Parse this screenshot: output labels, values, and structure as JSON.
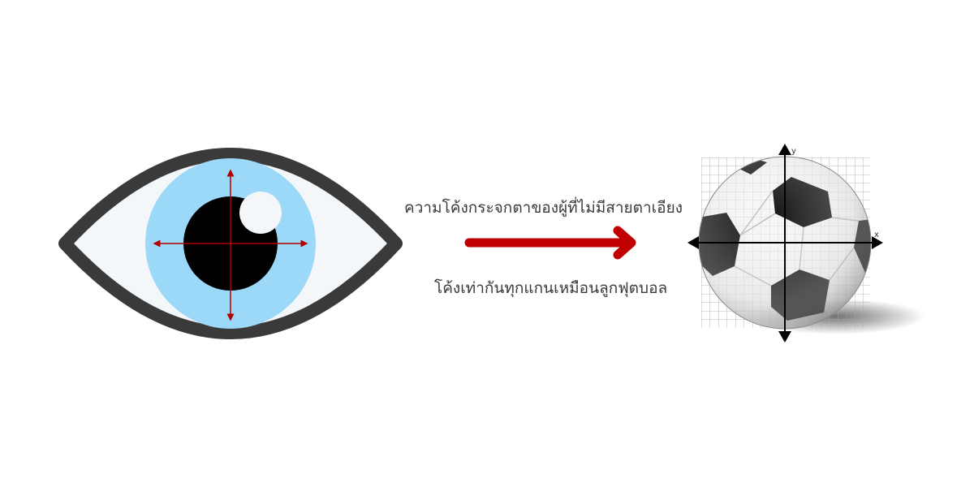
{
  "captions": {
    "top": "ความโค้งกระจกตาของผู้ที่ไม่มีสายตาเอียง",
    "bottom": "โค้งเท่ากันทุกแกนเหมือนลูกฟุตบอล"
  },
  "graph_axes": {
    "x_label": "x",
    "y_label": "y"
  },
  "colors": {
    "eye_outline": "#3a3a3a",
    "sclera": "#f3f7fa",
    "iris": "#9cd9f9",
    "pupil": "#000000",
    "crosshair": "#b00000",
    "arrow": "#c00000"
  },
  "icons": [
    "eye-icon",
    "soccer-ball-icon",
    "arrow-right-icon"
  ]
}
